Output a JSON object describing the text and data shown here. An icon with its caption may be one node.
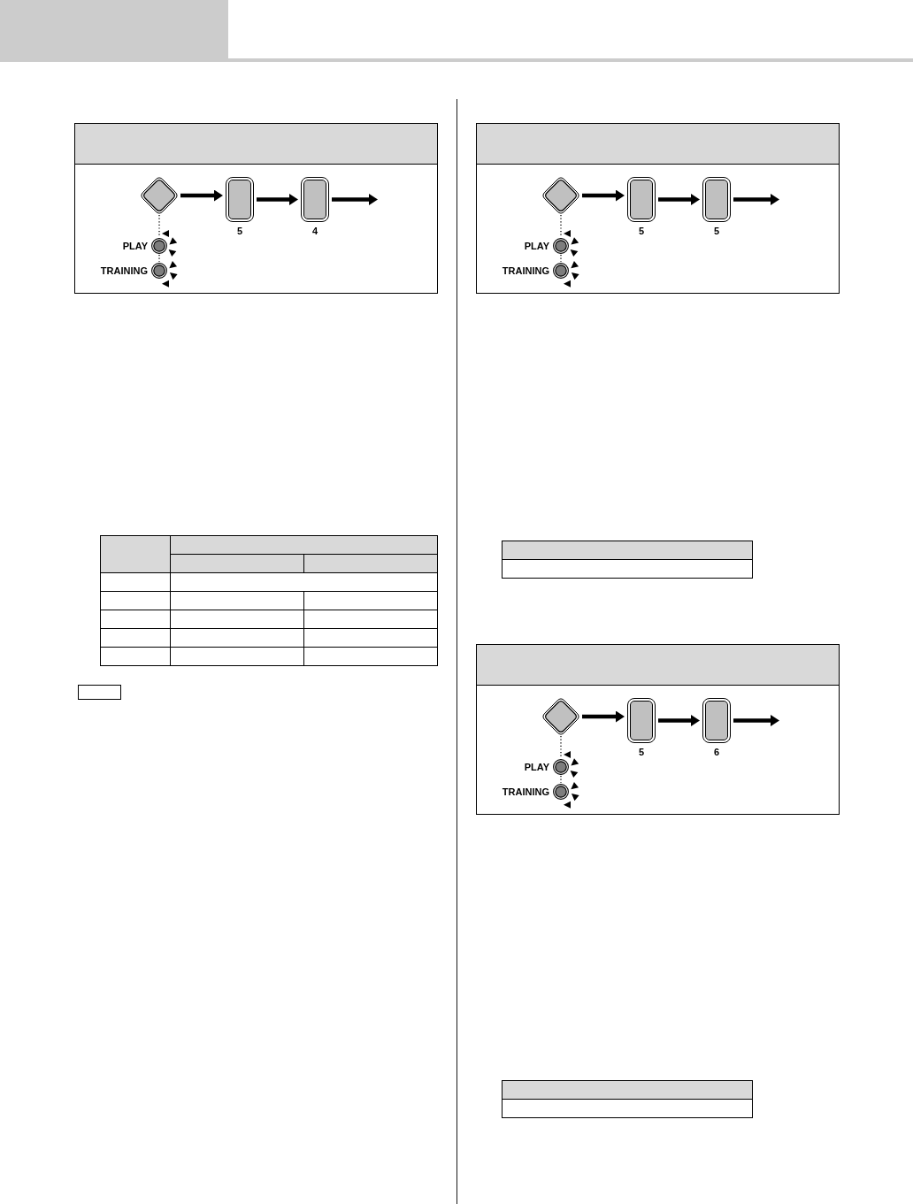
{
  "diagram": {
    "nodes": [
      {
        "text": [],
        "shape": "box"
      },
      {
        "text": [],
        "shape": "diamond",
        "in": 0
      },
      {
        "text": [
          "5"
        ],
        "in": 0
      },
      {
        "text": [
          "4"
        ],
        "in": 0
      },
      {
        "text": [
          "PLAY"
        ],
        "in": 0
      },
      {
        "text": [
          "TRAINING"
        ],
        "in": 0
      },
      {
        "text": [],
        "shape": "box"
      },
      {
        "text": [],
        "shape": "diamond",
        "in": 6
      },
      {
        "text": [
          "5"
        ],
        "in": 6
      },
      {
        "text": [
          "5"
        ],
        "in": 6
      },
      {
        "text": [
          "PLAY"
        ],
        "in": 6
      },
      {
        "text": [
          "TRAINING"
        ],
        "in": 6
      },
      {
        "text": [],
        "shape": "box"
      },
      {
        "text": [],
        "shape": "diamond",
        "in": 12
      },
      {
        "text": [
          "5"
        ],
        "in": 12
      },
      {
        "text": [
          "6"
        ],
        "in": 12
      },
      {
        "text": [
          "PLAY"
        ],
        "in": 12
      },
      {
        "text": [
          "TRAINING"
        ],
        "in": 12
      }
    ],
    "edges": [
      {
        "from": 1,
        "to": 2,
        "arrow": "to"
      },
      {
        "from": 2,
        "to": 3,
        "arrow": "to"
      },
      {
        "from": 3,
        "to": null,
        "arrow": "to"
      },
      {
        "from": 1,
        "to": 4,
        "arrow": "none",
        "style": "dashed"
      },
      {
        "from": 4,
        "to": 5,
        "arrow": "none",
        "style": "dashed"
      },
      {
        "from": 7,
        "to": 8,
        "arrow": "to"
      },
      {
        "from": 8,
        "to": 9,
        "arrow": "to"
      },
      {
        "from": 9,
        "to": null,
        "arrow": "to"
      },
      {
        "from": 7,
        "to": 10,
        "arrow": "none",
        "style": "dashed"
      },
      {
        "from": 10,
        "to": 11,
        "arrow": "none",
        "style": "dashed"
      },
      {
        "from": 13,
        "to": 14,
        "arrow": "to"
      },
      {
        "from": 14,
        "to": 15,
        "arrow": "to"
      },
      {
        "from": 15,
        "to": null,
        "arrow": "to"
      },
      {
        "from": 13,
        "to": 16,
        "arrow": "none",
        "style": "dashed"
      },
      {
        "from": 16,
        "to": 17,
        "arrow": "none",
        "style": "dashed"
      }
    ]
  }
}
